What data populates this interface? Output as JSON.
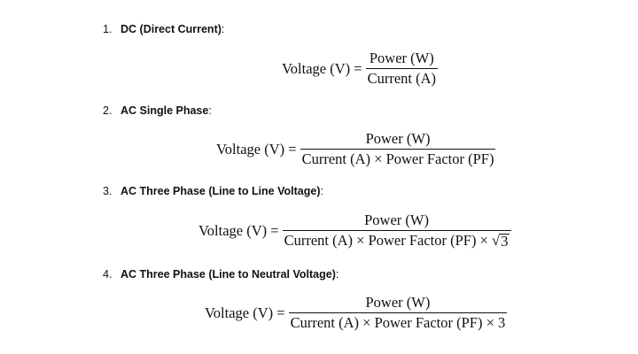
{
  "items": [
    {
      "number": "1.",
      "title": "DC (Direct Current)",
      "suffix": ":",
      "lhs": "Voltage (V) =",
      "numerator": "Power (W)",
      "denominator": "Current (A)"
    },
    {
      "number": "2.",
      "title": "AC Single Phase",
      "suffix": ":",
      "lhs": "Voltage (V) =",
      "numerator": "Power (W)",
      "denominator": "Current (A) × Power Factor (PF)"
    },
    {
      "number": "3.",
      "title": "AC Three Phase (Line to Line Voltage)",
      "suffix": ":",
      "lhs": "Voltage (V) =",
      "numerator": "Power (W)",
      "denominator": "Current (A) × Power Factor (PF) ×",
      "sqrt_symbol": "√",
      "sqrt_arg": "3"
    },
    {
      "number": "4.",
      "title": "AC Three Phase (Line to Neutral Voltage)",
      "suffix": ":",
      "lhs": "Voltage (V) =",
      "numerator": "Power (W)",
      "denominator": "Current (A) × Power Factor (PF) × 3"
    }
  ]
}
